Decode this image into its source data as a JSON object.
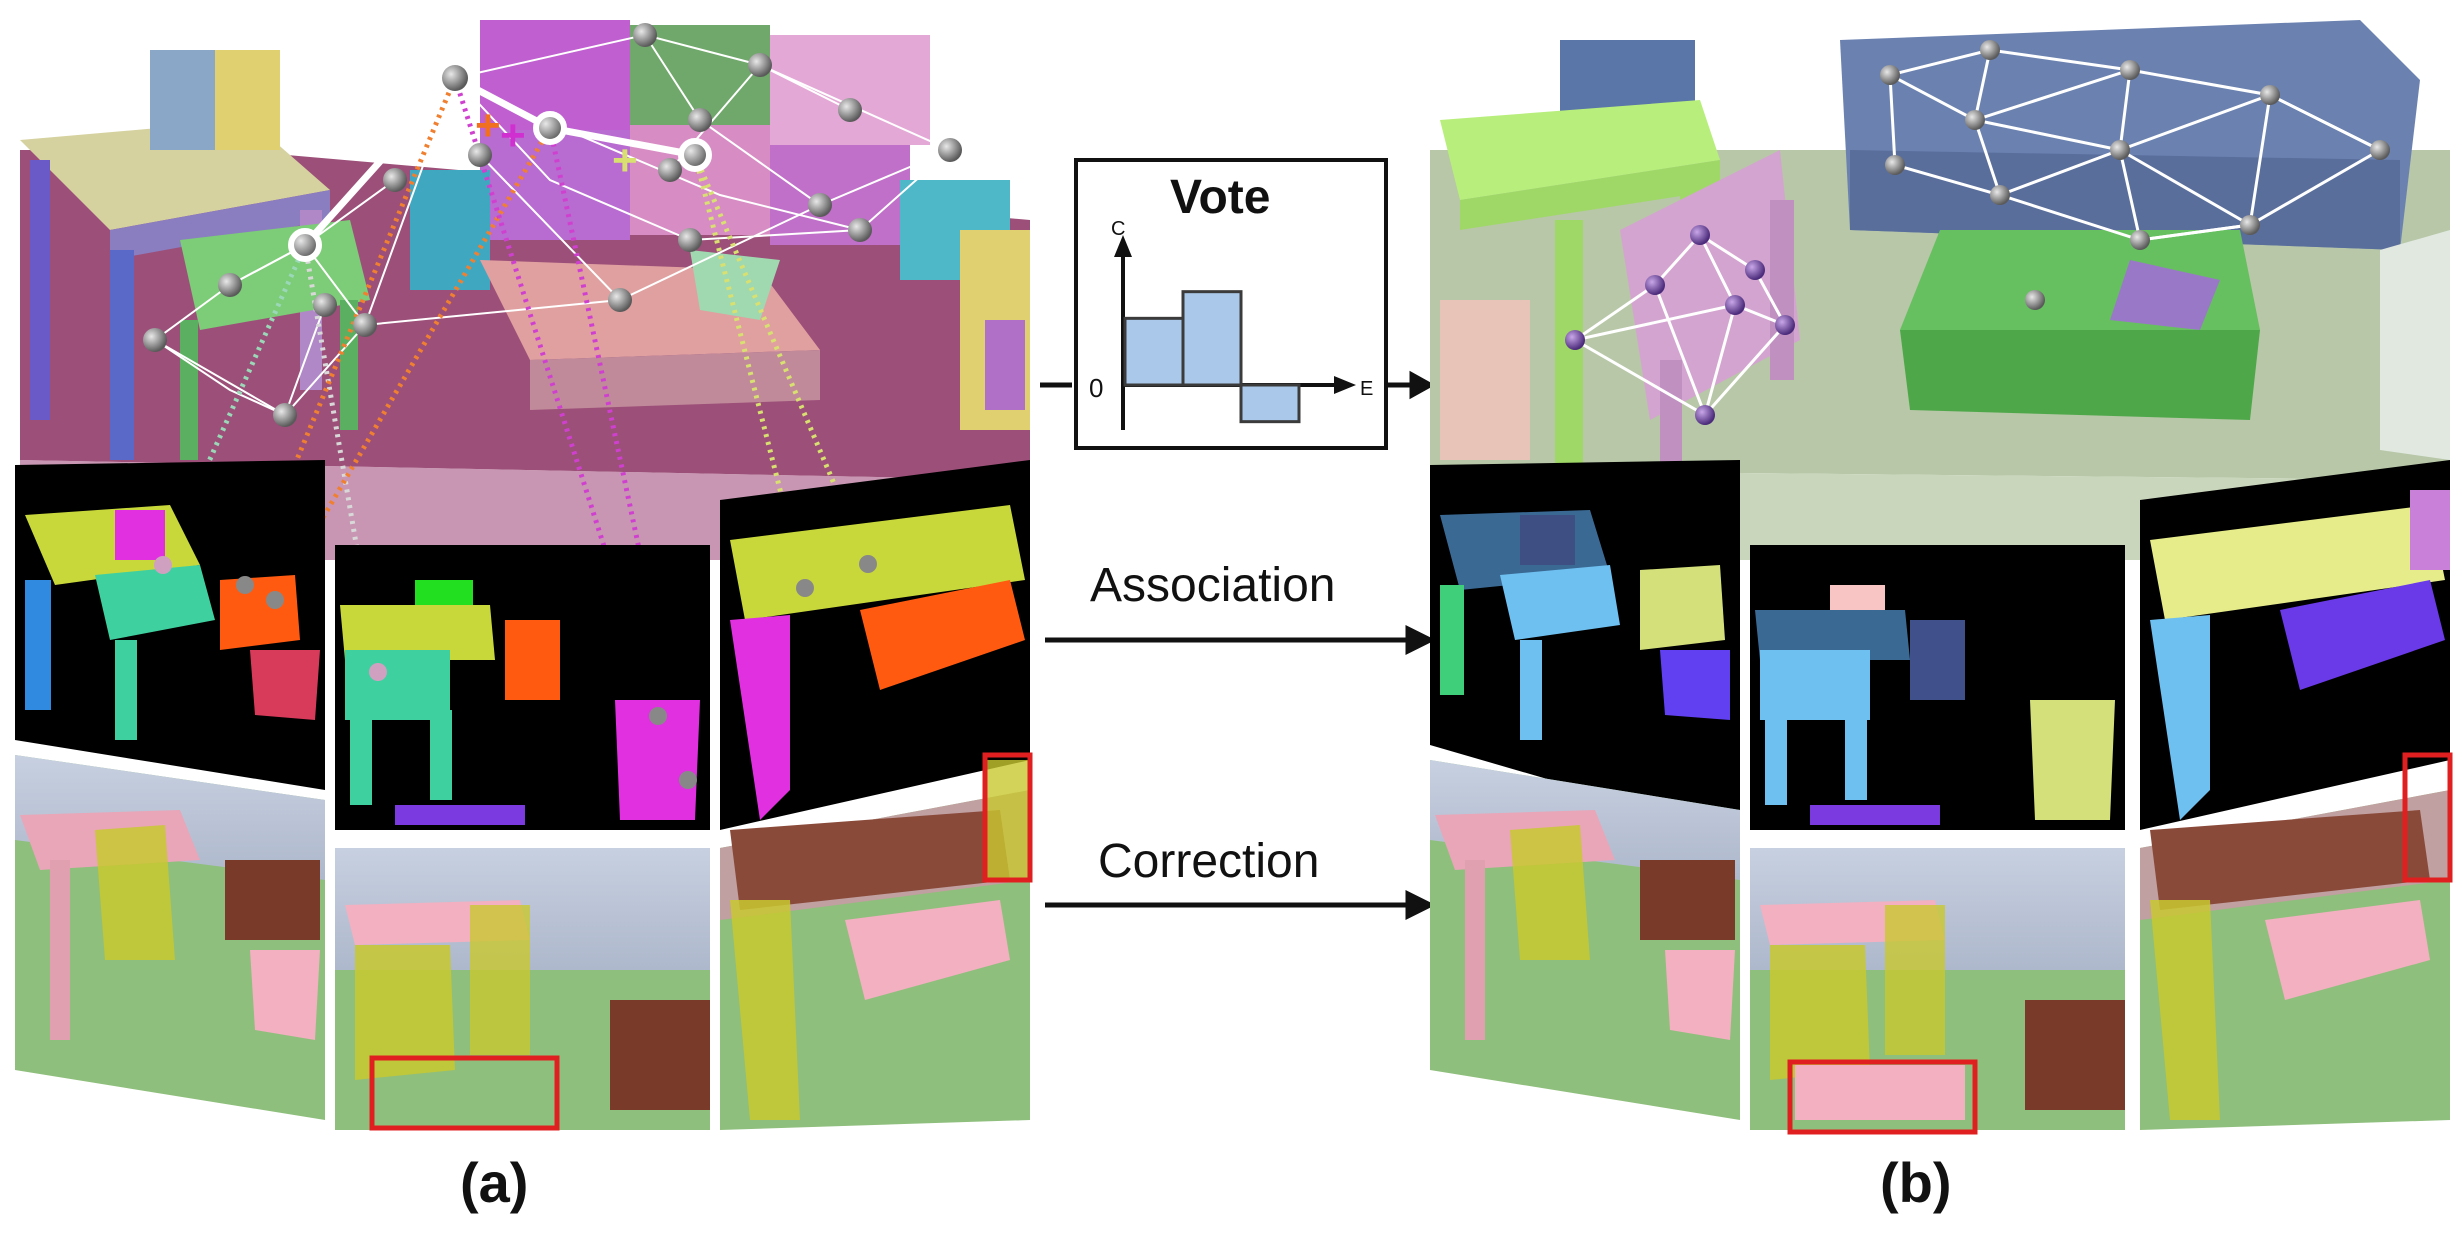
{
  "labels": {
    "vote": "Vote",
    "association": "Association",
    "correction": "Correction",
    "caption_a": "(a)",
    "caption_b": "(b)"
  },
  "vote_chart": {
    "type": "bar",
    "ylabel": "C",
    "xlabel": "E",
    "origin_label": "0",
    "values": [
      1.0,
      1.4,
      -0.55
    ],
    "ylim": [
      -0.7,
      1.8
    ]
  },
  "colors": {
    "floor_left": "#9c4f78",
    "floor_right": "#b7c7a7",
    "mask_bg": "#000000",
    "rgb_floor": "#8fbf7c",
    "red_box": "#e02020",
    "bar_fill": "#a9c8ea",
    "bar_stroke": "#3b3b3b"
  }
}
